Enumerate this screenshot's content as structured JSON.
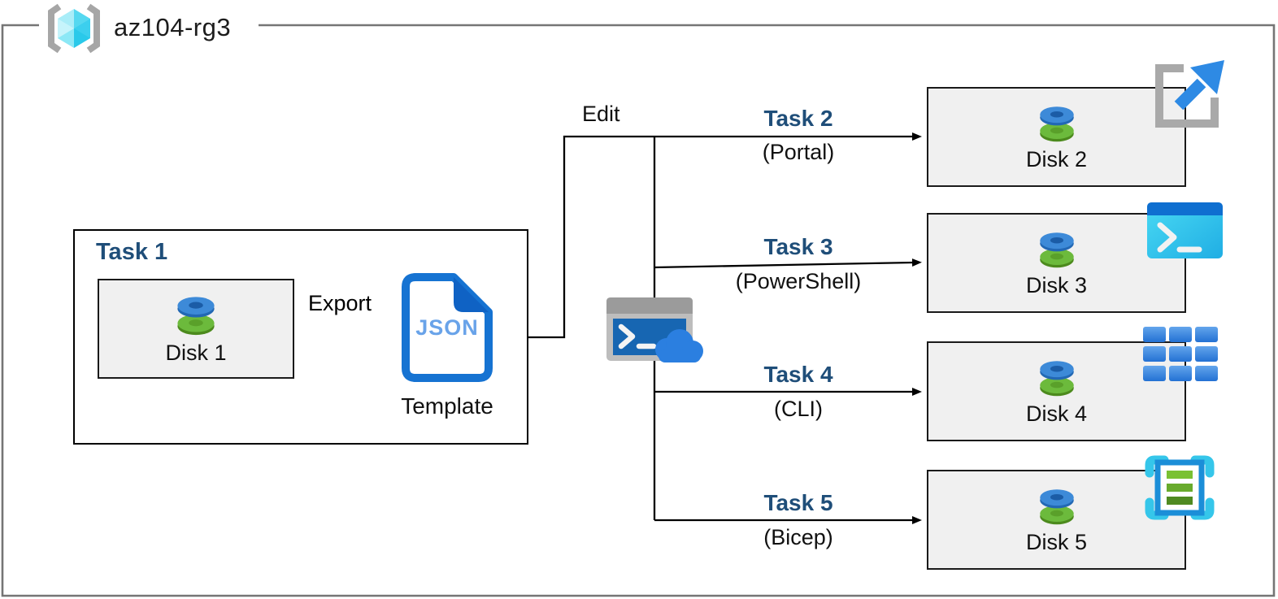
{
  "header": {
    "resource_group_name": "az104-rg3"
  },
  "task1": {
    "title": "Task 1",
    "disk_label": "Disk 1",
    "arrow_label": "Export",
    "template_file_type": "JSON",
    "template_label": "Template"
  },
  "edit_label": "Edit",
  "tasks": [
    {
      "name": "Task 2",
      "method": "(Portal)",
      "disk": "Disk 2",
      "icon": "portal-launch-icon"
    },
    {
      "name": "Task 3",
      "method": "(PowerShell)",
      "disk": "Disk 3",
      "icon": "powershell-icon"
    },
    {
      "name": "Task 4",
      "method": "(CLI)",
      "disk": "Disk 4",
      "icon": "cli-grid-icon"
    },
    {
      "name": "Task 5",
      "method": "(Bicep)",
      "disk": "Disk 5",
      "icon": "bicep-template-icon"
    }
  ],
  "middle_icon": "cloud-shell-icon",
  "colors": {
    "task_label_blue": "#1F4E79",
    "box_fill_gray": "#f0f0f0",
    "outer_border_gray": "#767676",
    "connector_black": "#000000",
    "json_doc_blue": "#1673d2",
    "json_text_blue": "#69a3e9",
    "disk_top_blue": "#3d8ad8",
    "disk_bottom_green": "#6cba3c",
    "cyan_cube": "#4ed5f0"
  }
}
